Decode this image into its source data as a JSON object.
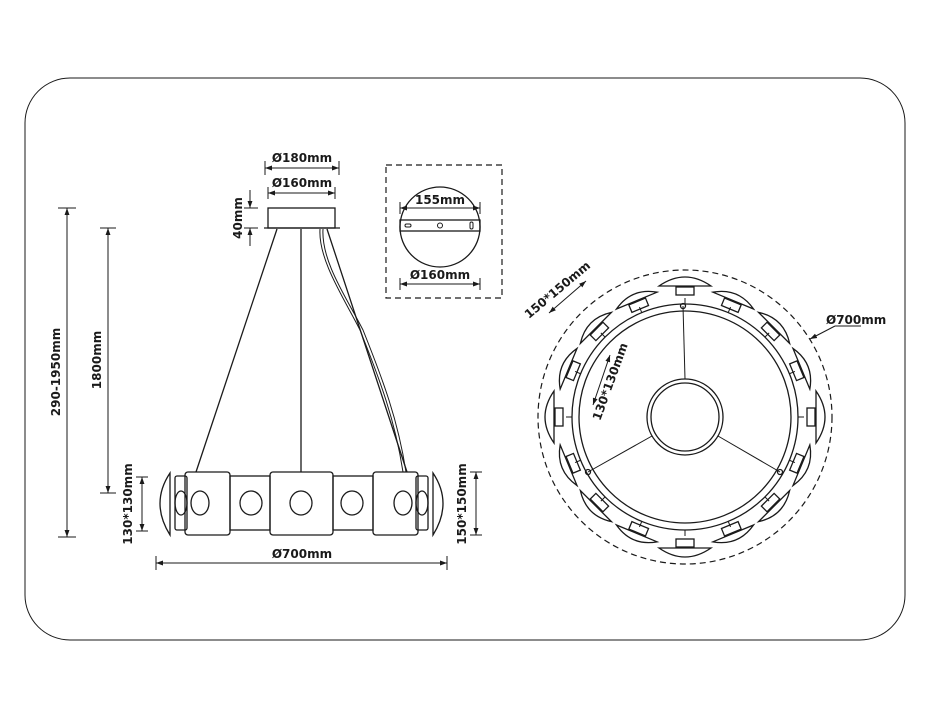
{
  "side_view": {
    "canopy_outer_diameter": "Ø180mm",
    "canopy_inner_diameter": "Ø160mm",
    "canopy_height": "40mm",
    "total_height": "290-1950mm",
    "cable_length": "1800mm",
    "ring_small_shade": "130*130mm",
    "ring_large_shade": "150*150mm",
    "ring_diameter": "Ø700mm"
  },
  "mounting_plate_inset": {
    "bracket_length": "155mm",
    "plate_diameter": "Ø160mm"
  },
  "top_view": {
    "large_shade": "150*150mm",
    "small_shade": "130*130mm",
    "overall_diameter": "Ø700mm"
  },
  "colors": {
    "line": "#1a1a1a",
    "background": "#ffffff"
  }
}
